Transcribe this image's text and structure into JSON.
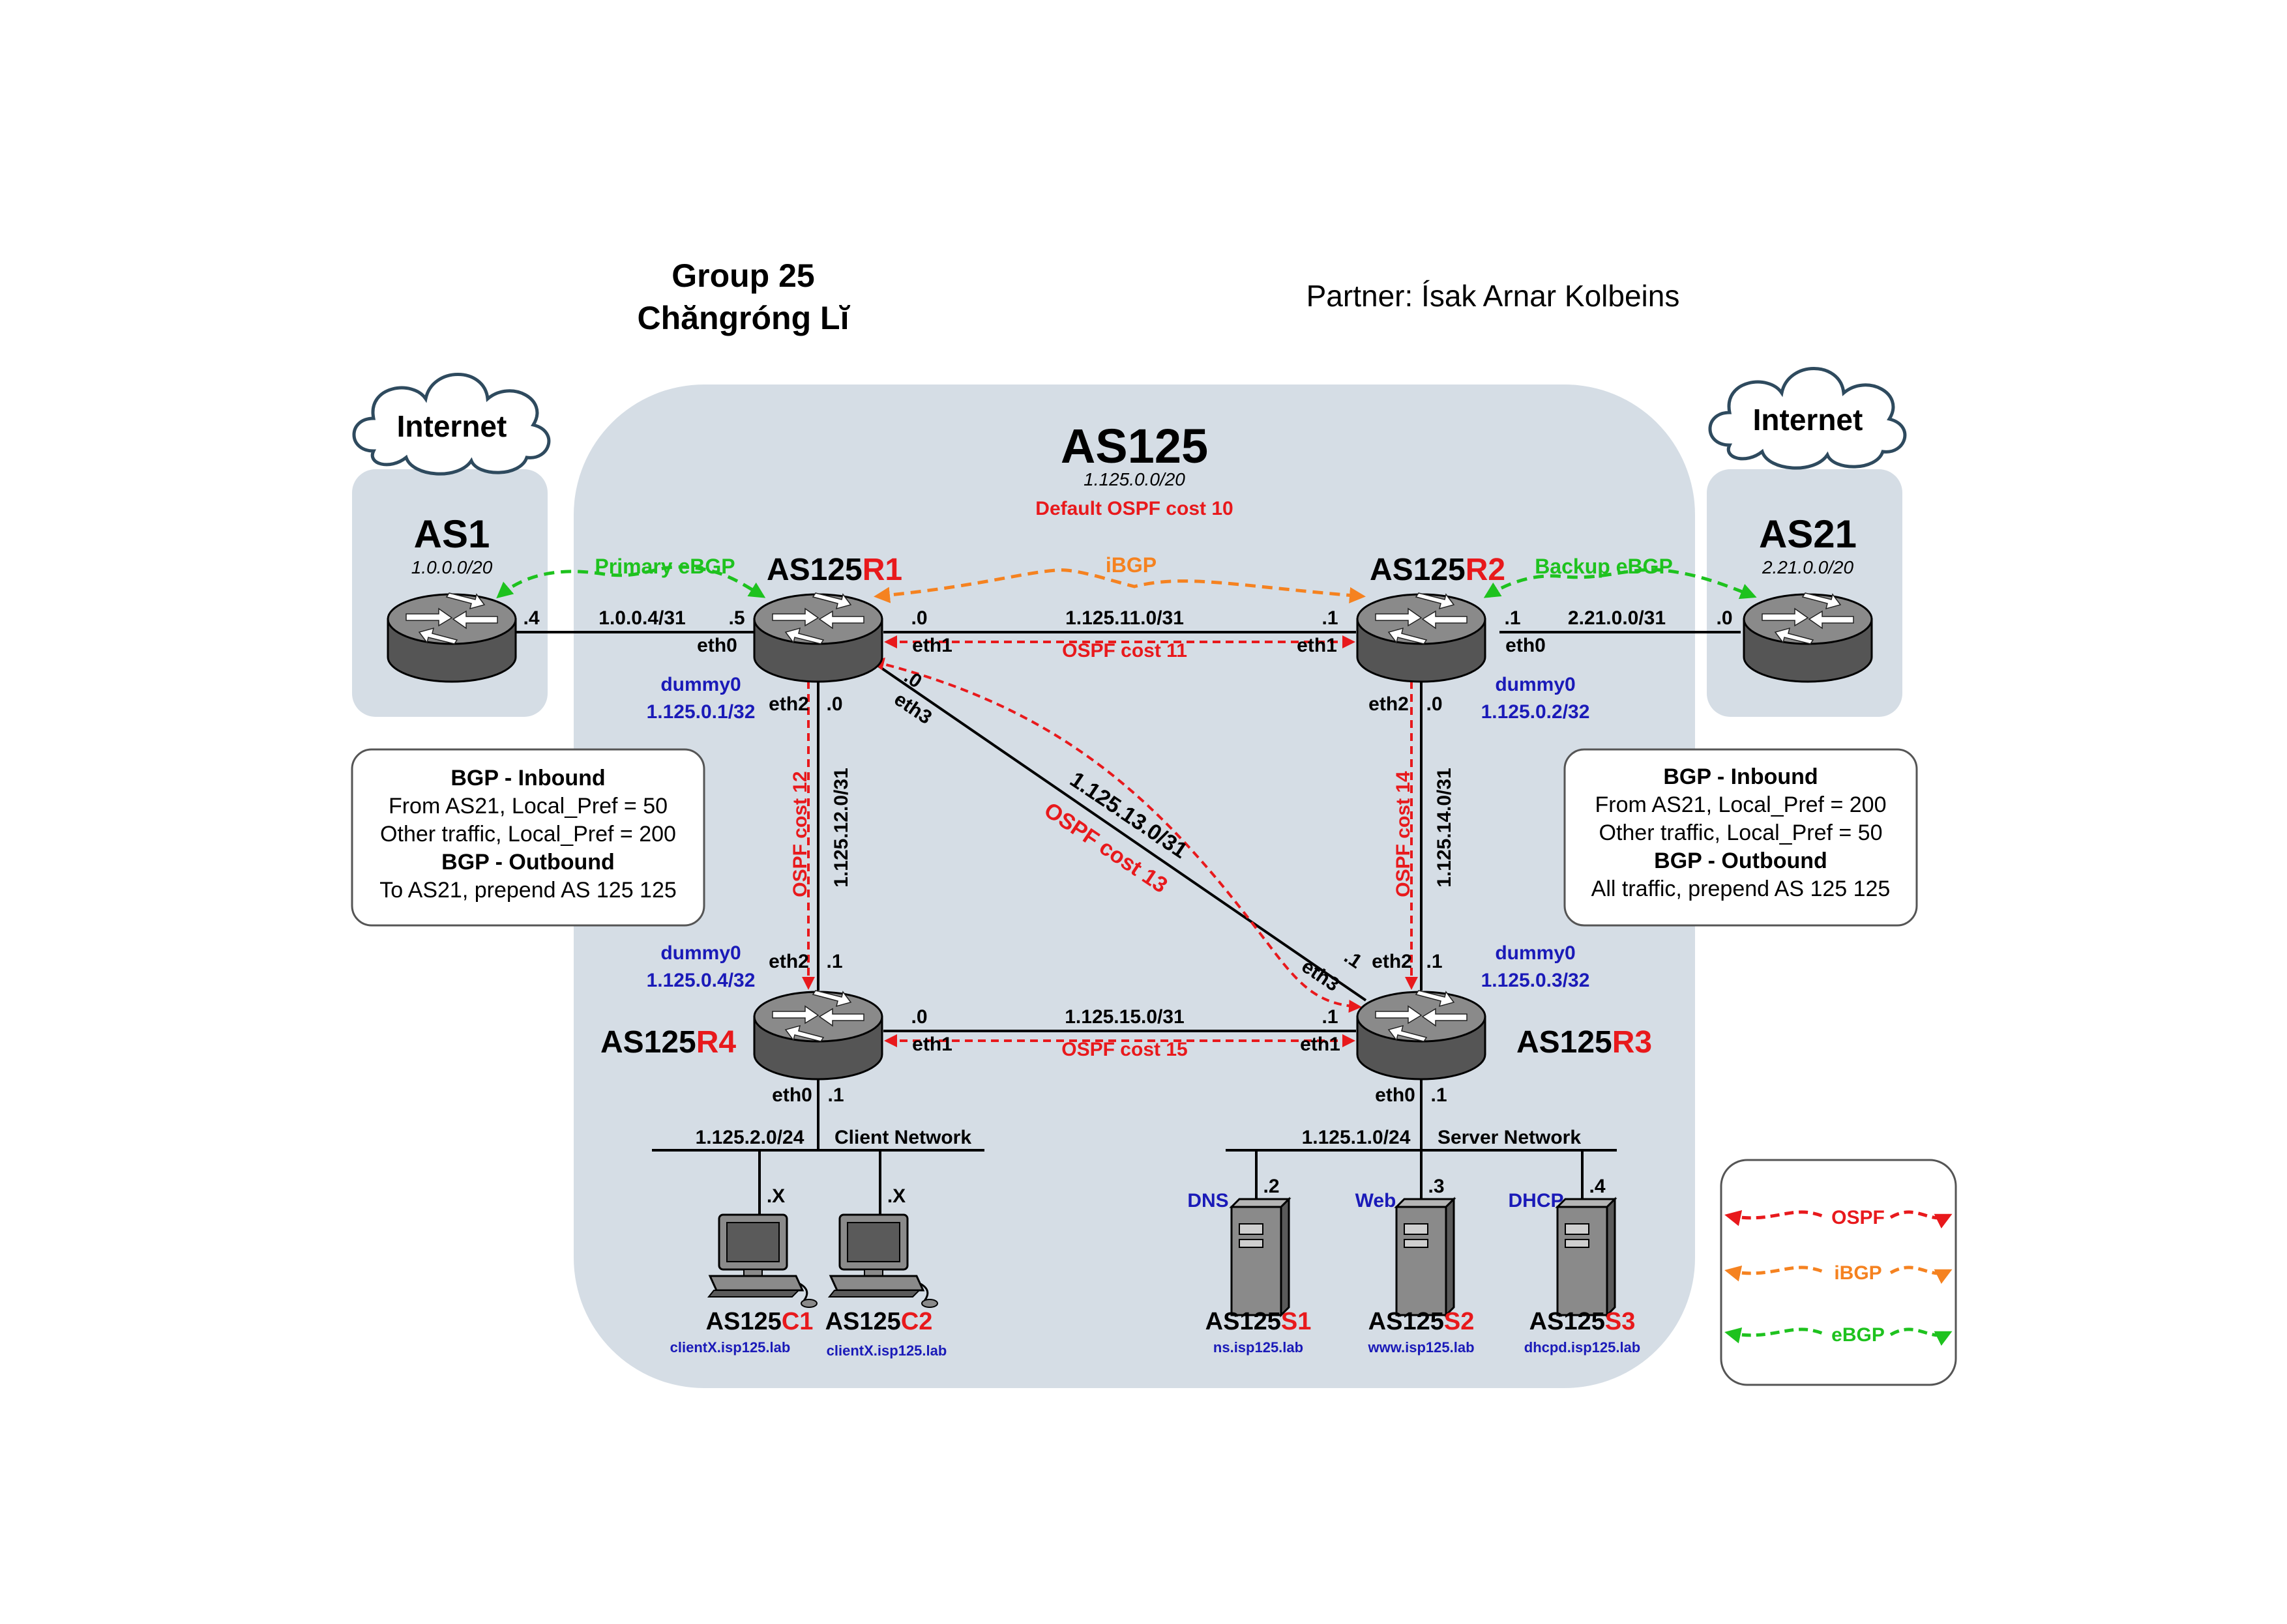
{
  "header": {
    "group": "Group 25",
    "author": "Chăngróng Lĭ",
    "partner": "Partner: Ísak Arnar Kolbeins"
  },
  "as125": {
    "title": "AS125",
    "prefix": "1.125.0.0/20",
    "ospf_default": "Default OSPF cost 10"
  },
  "as1": {
    "title": "AS1",
    "prefix": "1.0.0.0/20",
    "cloud": "Internet"
  },
  "as21": {
    "title": "AS21",
    "prefix": "2.21.0.0/20",
    "cloud": "Internet"
  },
  "routers": {
    "r1": {
      "prefix": "AS125",
      "suffix": "R1",
      "dummy_if": "dummy0",
      "dummy_ip": "1.125.0.1/32"
    },
    "r2": {
      "prefix": "AS125",
      "suffix": "R2",
      "dummy_if": "dummy0",
      "dummy_ip": "1.125.0.2/32"
    },
    "r3": {
      "prefix": "AS125",
      "suffix": "R3",
      "dummy_if": "dummy0",
      "dummy_ip": "1.125.0.3/32"
    },
    "r4": {
      "prefix": "AS125",
      "suffix": "R4",
      "dummy_if": "dummy0",
      "dummy_ip": "1.125.0.4/32"
    }
  },
  "links": {
    "as1_r1": {
      "net": "1.0.0.4/31",
      "left_host": ".4",
      "right_host": ".5",
      "iface": "eth0",
      "session": "Primary eBGP"
    },
    "r2_as21": {
      "net": "2.21.0.0/31",
      "left_host": ".1",
      "right_host": ".0",
      "iface": "eth0",
      "session": "Backup eBGP"
    },
    "r1_r2": {
      "net": "1.125.11.0/31",
      "cost": "OSPF cost 11",
      "left_host": ".0",
      "right_host": ".1",
      "left_if": "eth1",
      "right_if": "eth1",
      "session": "iBGP"
    },
    "r1_r4": {
      "net": "1.125.12.0/31",
      "cost": "OSPF cost 12",
      "top_if": "eth2",
      "top_host": ".0",
      "bottom_if": "eth2",
      "bottom_host": ".1"
    },
    "r1_r3": {
      "net": "1.125.13.0/31",
      "cost": "OSPF cost 13",
      "top_if": "eth3",
      "top_host": ".0",
      "bottom_if": "eth3",
      "bottom_host": ".1"
    },
    "r2_r3": {
      "net": "1.125.14.0/31",
      "cost": "OSPF cost 14",
      "top_if": "eth2",
      "top_host": ".0",
      "bottom_if": "eth2",
      "bottom_host": ".1"
    },
    "r4_r3": {
      "net": "1.125.15.0/31",
      "cost": "OSPF cost 15",
      "left_host": ".0",
      "right_host": ".1",
      "left_if": "eth1",
      "right_if": "eth1"
    }
  },
  "client_net": {
    "net": "1.125.2.0/24",
    "label": "Client Network",
    "iface": "eth0",
    "host": ".1"
  },
  "server_net": {
    "net": "1.125.1.0/24",
    "label": "Server Network",
    "iface": "eth0",
    "host": ".1"
  },
  "clients": [
    {
      "prefix": "AS125",
      "suffix": "C1",
      "host": ".X",
      "fqdn": "clientX.isp125.lab"
    },
    {
      "prefix": "AS125",
      "suffix": "C2",
      "host": ".X",
      "fqdn": "clientX.isp125.lab"
    }
  ],
  "servers": [
    {
      "role": "DNS",
      "prefix": "AS125",
      "suffix": "S1",
      "host": ".2",
      "fqdn": "ns.isp125.lab"
    },
    {
      "role": "Web",
      "prefix": "AS125",
      "suffix": "S2",
      "host": ".3",
      "fqdn": "www.isp125.lab"
    },
    {
      "role": "DHCP",
      "prefix": "AS125",
      "suffix": "S3",
      "host": ".4",
      "fqdn": "dhcpd.isp125.lab"
    }
  ],
  "policy_left": {
    "in_title": "BGP - Inbound",
    "in_line1": "From AS21, Local_Pref = 50",
    "in_line2": "Other traffic, Local_Pref = 200",
    "out_title": "BGP - Outbound",
    "out_line1": "To AS21, prepend AS 125 125"
  },
  "policy_right": {
    "in_title": "BGP - Inbound",
    "in_line1": "From AS21, Local_Pref = 200",
    "in_line2": "Other traffic, Local_Pref = 50",
    "out_title": "BGP - Outbound",
    "out_line1": "All traffic, prepend AS 125 125"
  },
  "legend": {
    "ospf": "OSPF",
    "ibgp": "iBGP",
    "ebgp": "eBGP"
  },
  "colors": {
    "as_fill": "#d5dde5",
    "red": "#e8191c",
    "orange": "#f58220",
    "green": "#1ec21e",
    "blue": "#1a1ab8",
    "router": "#777777"
  }
}
